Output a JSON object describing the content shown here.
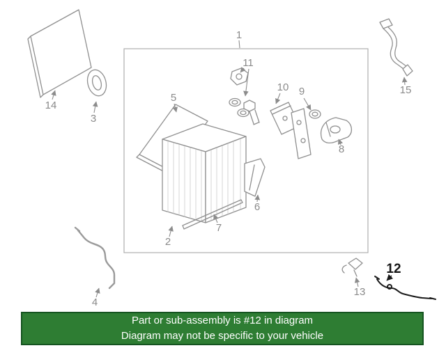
{
  "diagram": {
    "kind": "exploded-parts-diagram",
    "highlighted_part": "12",
    "labels": {
      "1": "1",
      "2": "2",
      "3": "3",
      "4": "4",
      "5": "5",
      "6": "6",
      "7": "7",
      "8": "8",
      "9": "9",
      "10": "10",
      "11": "11",
      "12": "12",
      "13": "13",
      "14": "14",
      "15": "15"
    }
  },
  "banner": {
    "line1": "Part or sub-assembly is #12 in diagram",
    "line2": "Diagram may not be specific to your vehicle",
    "bg_color": "#2e7d33",
    "border_color": "#155420",
    "text_color": "#ffffff"
  },
  "colors": {
    "diagram_line": "#8f8f8f",
    "label_text": "#8a8a8a",
    "highlight_line": "#1a1a1a",
    "page_background": "#ffffff"
  }
}
